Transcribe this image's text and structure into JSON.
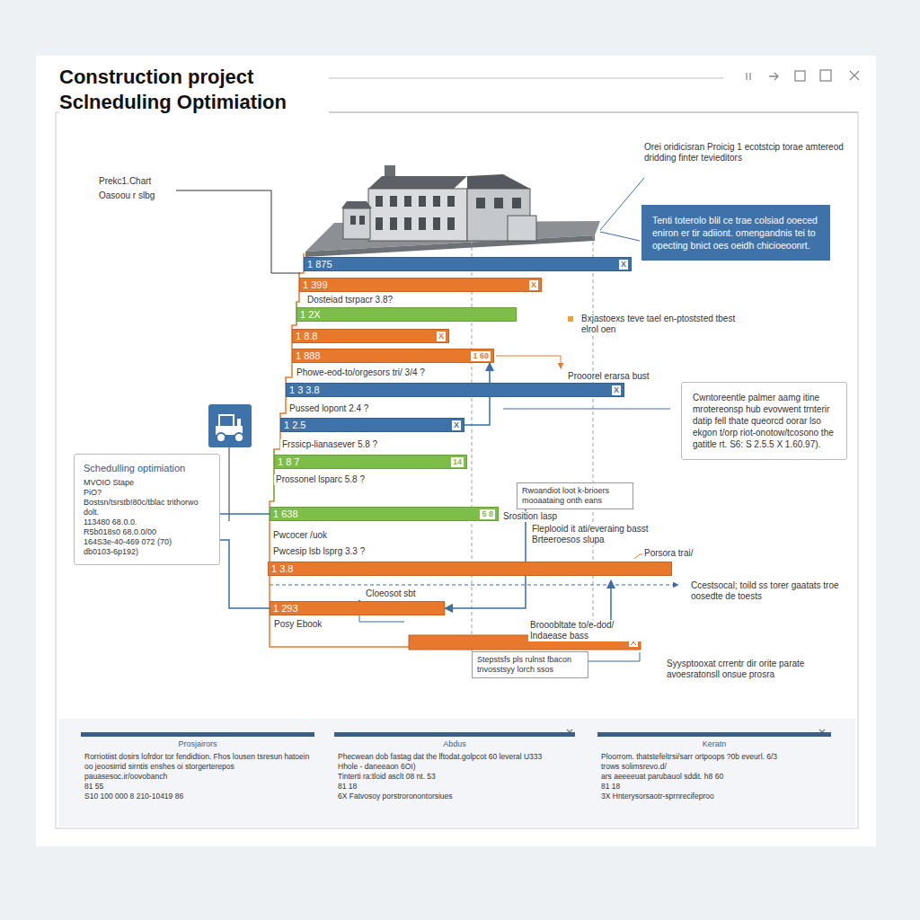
{
  "diagram": {
    "title": "Construction project Sclneduling Optimiation",
    "nodes": [
      {
        "text": [
          "Tenti toterolo blil ce trae colsiad ooeced eniron er tir adiiont. omengandnis tei to opecting bnict oes oeidh chicioeoonrt."
        ]
      },
      {
        "text": [
          "1 875",
          "X"
        ]
      },
      {
        "text": [
          "1 399",
          "X"
        ]
      },
      {
        "text": [
          "1 2X"
        ]
      },
      {
        "text": [
          "1 8.8",
          "X"
        ]
      },
      {
        "text": [
          "1 888",
          "1 60"
        ]
      },
      {
        "text": [
          "1 3 3.8",
          "X"
        ]
      },
      {
        "text": [
          "Cwntoreentle palmer aamg itine mrotereonsp hub evovwent trnterir datip fell thate queorcd oorar lso ekgon t/orp riot-onotow/tcosono the gatitle rt. S6: S 2.5.5 X 1.60.97)."
        ]
      },
      {
        "text": [
          "1 2.5",
          "X"
        ]
      },
      {
        "text": [
          "1 8 7",
          "14"
        ]
      },
      {
        "text": [
          "Schedulling optimiation",
          "MVOIO Stape",
          "PiO?",
          "Bostsn/tsrstb!80c/tblac trithorwo dolt.",
          "113480 68.0.0.",
          "R5b018s0 68.0.0/00",
          "164S3e-40-469 072 (70)",
          "db0103-6p192)"
        ]
      },
      {
        "text": [
          "Rwoandiot loot k-brioers mooaataing onth eans"
        ]
      },
      {
        "text": [
          "1 638",
          "5 8"
        ]
      },
      {
        "text": [
          "1 3.8"
        ]
      },
      {
        "text": [
          "1 293"
        ]
      },
      {
        "text": [
          "Stepstsfs pls rulnst fbacon tnvosstsyy lorch ssos"
        ]
      },
      {
        "text": [
          "Prosjairors",
          "Rorriotiist dosirs lofrdor tor fendidtion. Fhos lousen tsresun hatoein oo jeoosirrid sirntis enshes oi storgerterepos pauasesoc.ir/oovobanch",
          "81 55",
          "S10 100 000 8 210-10419 86"
        ]
      },
      {
        "text": [
          "Abdus",
          "Phecwean dob fastag dat the lftodat.golpcot 60 leveral U333",
          "Hhole - daneeaon 6OI)",
          "Tinterti ra:tloid asclt 08 nt. 53",
          "81 18",
          "6X Fatvosoy porstroronontorsiues"
        ]
      },
      {
        "text": [
          "Keratn",
          "Ploorrom. thatstefeltrsi/sarr ortpoops ?0b eveurl. 6/3",
          "trows solimsrevo.d/",
          "ars aeeeeuat parubauol sddit. h8 60",
          "81 18",
          "3X Hnterysorsaotr-sprnrecifeproo"
        ]
      }
    ],
    "edges": [
      {
        "from": 8,
        "to": 5,
        "arrow": "to"
      },
      {
        "from": 11,
        "to": 14,
        "arrow": "to"
      },
      {
        "from": 10,
        "to": 12,
        "arrow": "none"
      },
      {
        "from": 10,
        "to": 14,
        "arrow": "none"
      }
    ],
    "labels": [
      "Prekc1.Chart",
      "Oasoou r slbg",
      "Orei oridicisran Proicig 1 ecotstcip torae amtereod dridding finter tevieditors",
      "Dosteiad tsrpacr 3.8?",
      "Bxjastoexs teve tael en-ptoststed tbest elrol oen",
      "Phowe-eod-to/orgesors tri/ 3/4 ?",
      "Prooorel erarsa bust",
      "Pussed lopont 2.4 ?",
      "Frssicp-lianasever 5.8 ?",
      "Prossonel lsparc 5.8 ?",
      "Srosition lasp",
      "Fleplooid it ati/everaing basst Brteeroesos slupa",
      "Pwcocer /uok",
      "Pwcesip lsb lsprg 3.3 ?",
      "Porsora trai/",
      "Ccestsocal; toild ss torer gaatats troe oosedte de toests",
      "Cloeosot sbt",
      "Posy Ebook",
      "Brooobltate to/e-dod/ Indaease bass",
      "Syysptooxat crrentr dir orite parate avoesratonsll onsue prosra"
    ]
  }
}
